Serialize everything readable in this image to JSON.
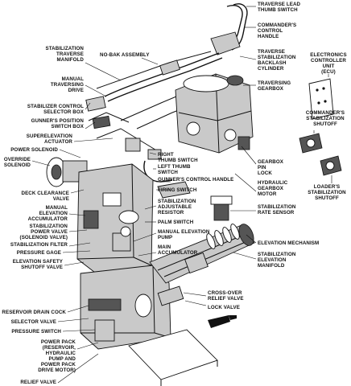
{
  "labels_right": [
    "TRAVERSE LEAD",
    "THUMB SWITCH",
    "COMMANDER'S",
    "CONTROL",
    "HANDLE",
    "TRAVERSE",
    "STABILIZATION",
    "BACKLASH",
    "CYLINDER",
    "TRAVERSING",
    "GEARBOX",
    "GEARBOX",
    "PIN",
    "LOCK",
    "HYDRAULIC",
    "GEARBOX",
    "MOTOR",
    "STABILIZATION",
    "RATE SENSOR",
    "ELEVATION MECHANISM",
    "STABILIZATION",
    "ELEVATION",
    "MANIFOLD"
  ],
  "labels_far_right": [
    "ELECTRONICS",
    "CONTROLLER",
    "UNIT",
    "(ECU)",
    "COMMANDER'S",
    "STABILIZATION",
    "SHUTOFF",
    "LOADER'S",
    "STABILIZATION",
    "SHUTOFF"
  ],
  "labels_left": [
    "STABILIZATION",
    "TRAVERSE",
    "MANIFOLD",
    "MANUAL",
    "TRAVERSING",
    "DRIVE",
    "STABILIZER CONTROL",
    "SELECTOR BOX",
    "GUNNER'S POSITION",
    "SWITCH BOX",
    "SUPERELEVATION",
    "ACTUATOR",
    "POWER SOLENOID",
    "OVERRIDE",
    "SOLENOID",
    "DECK CLEARANCE",
    "VALVE",
    "MANUAL",
    "ELEVATION",
    "ACCUMULATOR",
    "STABILIZATION",
    "POWER VALVE",
    "(SOLENOID VALVE)",
    "STABILIZATION FILTER",
    "PRESSURE GAGE",
    "ELEVATION SAFETY",
    "SHUTOFF VALVE",
    "RESERVOIR DRAIN COCK",
    "SELECTOR VALVE",
    "PRESSURE SWITCH",
    "POWER PACK",
    "(RESERVOIR,",
    "HYDRAULIC",
    "PUMP AND",
    "POWER PACK",
    "DRIVE MOTOR)",
    "RELIEF VALVE"
  ],
  "labels_center": [
    "NO-BAK ASSEMBLY",
    "RIGHT",
    "THUMB SWITCH",
    "LEFT THUMB",
    "SWITCH",
    "GUNNER'S CONTROL HANDLE",
    "FIRING SWITCH",
    "STABILIZATION",
    "ADJUSTABLE",
    "RESISTOR",
    "PALM SWITCH",
    "MANUAL ELEVATION",
    "PUMP",
    "MAIN",
    "ACCUMULATOR",
    "CROSS-OVER",
    "RELIEF VALVE",
    "LOCK VALVE"
  ]
}
